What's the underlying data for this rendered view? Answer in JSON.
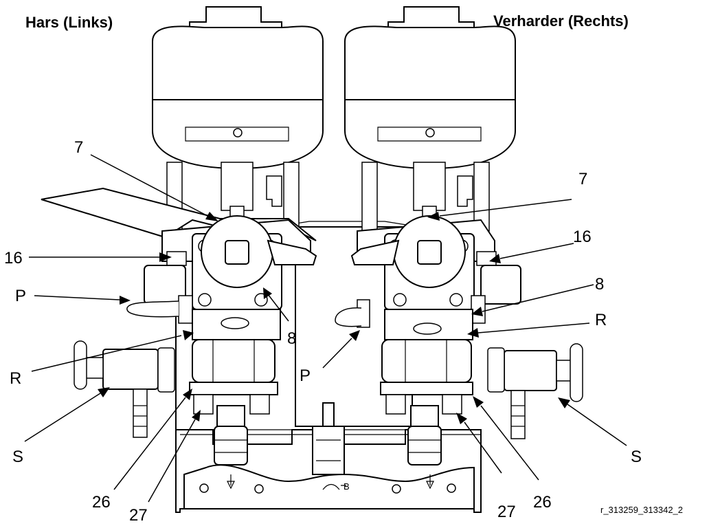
{
  "headings": {
    "left": "Hars (Links)",
    "right": "Verharder (Rechts)"
  },
  "callouts": {
    "left_7": "7",
    "right_7": "7",
    "left_16": "16",
    "right_16": "16",
    "left_P": "P",
    "right_P": "P",
    "right_8": "8",
    "left_8": "8",
    "left_R": "R",
    "right_R": "R",
    "left_S": "S",
    "right_S": "S",
    "left_26": "26",
    "right_26": "26",
    "left_27": "27",
    "right_27": "27"
  },
  "center_mark": "B",
  "figure_id": "r_313259_313342_2"
}
